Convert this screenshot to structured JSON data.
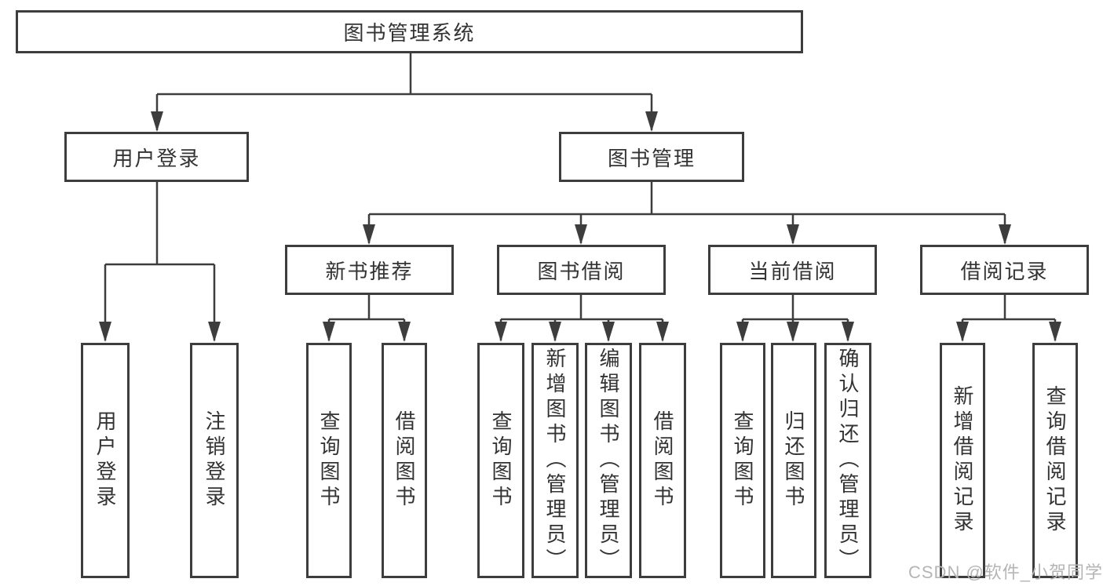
{
  "diagram": {
    "root": {
      "label": "图书管理系统"
    },
    "level2": [
      {
        "label": "用户登录"
      },
      {
        "label": "图书管理"
      }
    ],
    "level3": [
      {
        "label": "新书推荐"
      },
      {
        "label": "图书借阅"
      },
      {
        "label": "当前借阅"
      },
      {
        "label": "借阅记录"
      }
    ],
    "leaves": [
      {
        "label": "用户登录"
      },
      {
        "label": "注销登录"
      },
      {
        "label": "查询图书"
      },
      {
        "label": "借阅图书"
      },
      {
        "label": "查询图书"
      },
      {
        "label": "新增图书（管理员）"
      },
      {
        "label": "编辑图书（管理员）"
      },
      {
        "label": "借阅图书"
      },
      {
        "label": "查询图书"
      },
      {
        "label": "归还图书"
      },
      {
        "label": "确认归还（管理员）"
      },
      {
        "label": "新增借阅记录"
      },
      {
        "label": "查询借阅记录"
      }
    ]
  },
  "watermark": "CSDN @软件_小贺同学",
  "colors": {
    "line": "#3d3d3d",
    "text": "#333333",
    "background": "#ffffff",
    "watermark": "#b5b5b5"
  }
}
